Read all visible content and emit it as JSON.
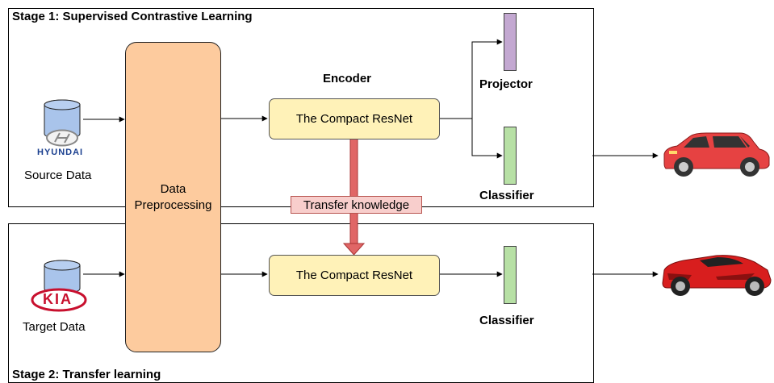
{
  "stage1": {
    "title": "Stage 1: Supervised Contrastive Learning"
  },
  "stage2": {
    "title": "Stage 2: Transfer learning"
  },
  "source": {
    "label": "Source Data",
    "logo_text": "HYUNDAI"
  },
  "target": {
    "label": "Target Data",
    "logo_text": "KIA"
  },
  "preprocessing": {
    "line1": "Data",
    "line2": "Preprocessing"
  },
  "encoder": {
    "heading": "Encoder",
    "stage1_box": "The Compact ResNet",
    "stage2_box": "The Compact ResNet"
  },
  "projector": {
    "label": "Projector",
    "color": "#c3a8d1"
  },
  "classifier": {
    "stage1_label": "Classifier",
    "stage2_label": "Classifier",
    "color": "#b7e0a5"
  },
  "transfer": {
    "label": "Transfer knowledge",
    "arrow_color": "#e06666"
  },
  "colors": {
    "preprocessing": "#fdcb9e",
    "resnet": "#fff2b8",
    "database": "#a9c4eb",
    "car1": "#e64242",
    "car2": "#d81e1e"
  }
}
